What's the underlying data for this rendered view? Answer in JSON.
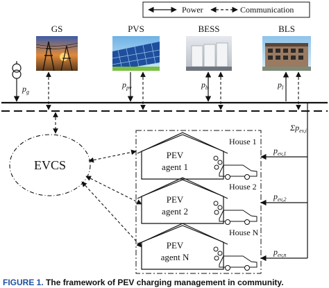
{
  "legend": {
    "power": "Power",
    "communication": "Communication"
  },
  "sources": [
    {
      "key": "gs",
      "name": "GS",
      "power_label": "p",
      "power_sub": "g"
    },
    {
      "key": "pvs",
      "name": "PVS",
      "power_label": "p",
      "power_sub": "pv"
    },
    {
      "key": "bess",
      "name": "BESS",
      "power_label": "p",
      "power_sub": "b"
    },
    {
      "key": "bls",
      "name": "BLS",
      "power_label": "p",
      "power_sub": "l"
    }
  ],
  "evcs": "EVCS",
  "sum_label": {
    "prefix": "Σp",
    "sub": "ev,i"
  },
  "houses": [
    {
      "title": "House 1",
      "agent_line1": "PEV",
      "agent_line2": "agent 1",
      "feed": "p",
      "feed_sub": "ev,1"
    },
    {
      "title": "House 2",
      "agent_line1": "PEV",
      "agent_line2": "agent 2",
      "feed": "p",
      "feed_sub": "ev,2"
    },
    {
      "title": "House N",
      "agent_line1": "PEV",
      "agent_line2": "agent N",
      "feed": "p",
      "feed_sub": "ev,n"
    }
  ],
  "caption": {
    "number": "FIGURE 1.",
    "text": "The framework of PEV charging management in community."
  }
}
